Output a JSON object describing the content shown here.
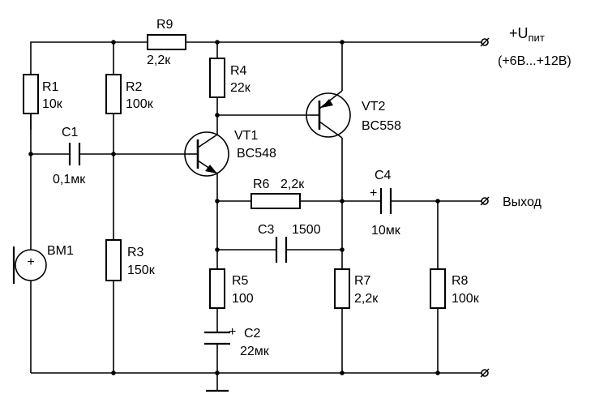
{
  "supply": {
    "label_prefix": "+U",
    "label_sub": "пит",
    "range": "(+6В...+12В)"
  },
  "output_label": "Выход",
  "components": {
    "R1": {
      "ref": "R1",
      "value": "10к"
    },
    "R2": {
      "ref": "R2",
      "value": "100к"
    },
    "R3": {
      "ref": "R3",
      "value": "150к"
    },
    "R4": {
      "ref": "R4",
      "value": "22к"
    },
    "R5": {
      "ref": "R5",
      "value": "100"
    },
    "R6": {
      "ref": "R6",
      "value": "2,2к"
    },
    "R7": {
      "ref": "R7",
      "value": "2,2к"
    },
    "R8": {
      "ref": "R8",
      "value": "100к"
    },
    "R9": {
      "ref": "R9",
      "value": "2,2к"
    },
    "C1": {
      "ref": "C1",
      "value": "0,1мк"
    },
    "C2": {
      "ref": "C2",
      "value": "22мк",
      "polarity": "+"
    },
    "C3": {
      "ref": "C3",
      "value": "1500"
    },
    "C4": {
      "ref": "C4",
      "value": "10мк",
      "polarity": "+"
    },
    "VT1": {
      "ref": "VT1",
      "value": "BC548"
    },
    "VT2": {
      "ref": "VT2",
      "value": "BC558"
    },
    "BM1": {
      "ref": "BM1",
      "polarity": "+"
    }
  }
}
